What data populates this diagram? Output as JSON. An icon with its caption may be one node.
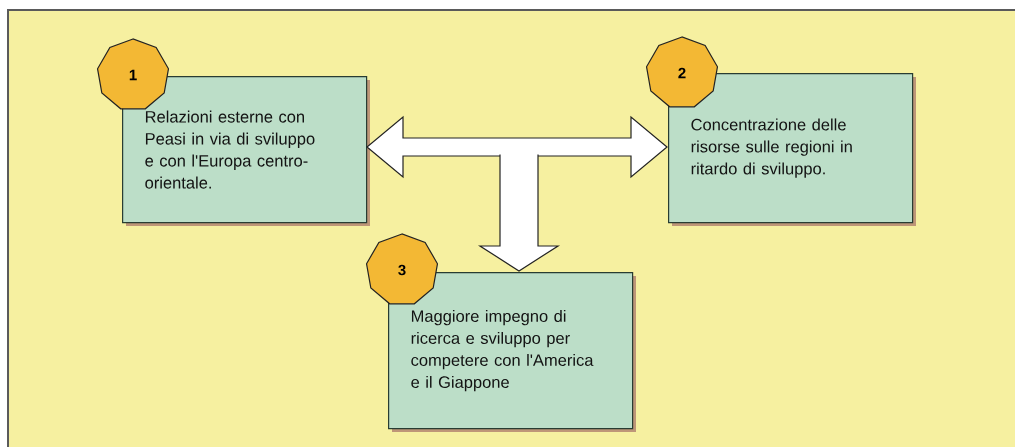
{
  "diagram": {
    "nodes": [
      {
        "text": [
          "1"
        ]
      },
      {
        "text": [
          "Relazioni esterne con Peasi in via di sviluppo e con l'Europa centro-orientale."
        ]
      },
      {
        "text": [
          "2"
        ]
      },
      {
        "text": [
          "Concentrazione delle risorse sulle regioni in ritardo di sviluppo."
        ]
      },
      {
        "text": [
          "3"
        ]
      },
      {
        "text": [
          "Maggiore impegno di ricerca e sviluppo per competere con l'America e il Giappone"
        ]
      }
    ],
    "edges": [
      {
        "from": 1,
        "to": 3,
        "arrow": "both"
      },
      {
        "from": null,
        "to": 5,
        "arrow": "to"
      }
    ]
  }
}
